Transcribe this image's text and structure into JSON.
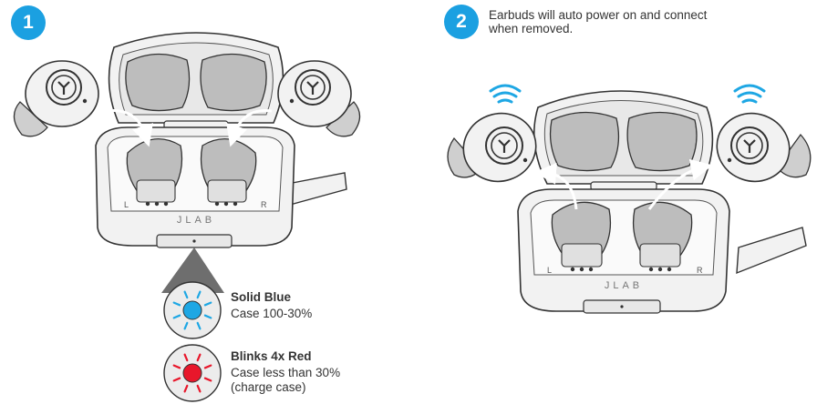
{
  "step1": {
    "number": "1",
    "side_letter_left": "L",
    "side_letter_right": "R",
    "brand": "JLAB"
  },
  "step2": {
    "number": "2",
    "caption_line1": "Earbuds will auto power on and connect",
    "caption_line2": "when removed.",
    "side_letter_left": "L",
    "side_letter_right": "R",
    "brand": "JLAB"
  },
  "led_states": [
    {
      "title": "Solid Blue",
      "lines": [
        "Case 100-30%"
      ],
      "color": "#1ea7e4",
      "icon": "led-light-icon"
    },
    {
      "title": "Blinks 4x Red",
      "lines": [
        "Case less than 30%",
        "(charge case)"
      ],
      "color": "#e8172b",
      "icon": "led-light-icon"
    }
  ],
  "colors": {
    "accent_blue": "#1ba0e1",
    "case_gray": "#f2f2f2",
    "outline": "#333333",
    "recess_gray": "#bdbdbd",
    "wifi_blue": "#1ea7e4"
  }
}
